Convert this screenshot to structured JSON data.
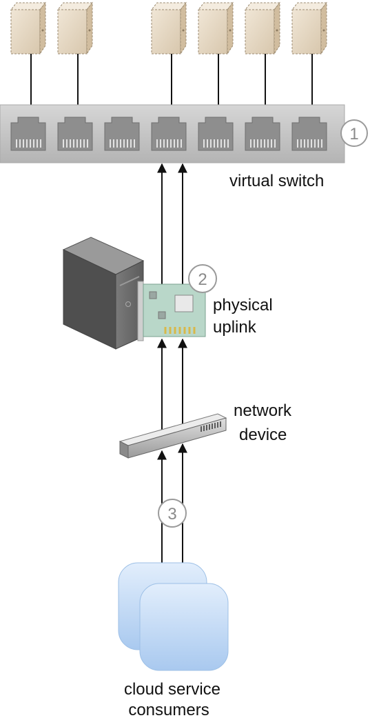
{
  "labels": {
    "virtual_switch": "virtual switch",
    "physical_uplink_line1": "physical",
    "physical_uplink_line2": "uplink",
    "network_device_line1": "network",
    "network_device_line2": "device",
    "consumers_line1": "cloud service",
    "consumers_line2": "consumers"
  },
  "markers": [
    "1",
    "2",
    "3"
  ],
  "colors": {
    "switch_body": "#c9c9c9",
    "port": "#8e8e8e",
    "vm_box": "#e6d8c3",
    "nic_board": "#b9d7c9",
    "server": "#6f6f6f",
    "consumer": "#bfd8f5",
    "marker": "#9a9a9a"
  },
  "icons": {
    "vm": "virtual-machine-icon",
    "switch": "virtual-switch-icon",
    "server": "physical-server-icon",
    "nic": "network-interface-card-icon",
    "network_device": "network-device-icon",
    "consumer": "cloud-service-consumer-icon"
  }
}
